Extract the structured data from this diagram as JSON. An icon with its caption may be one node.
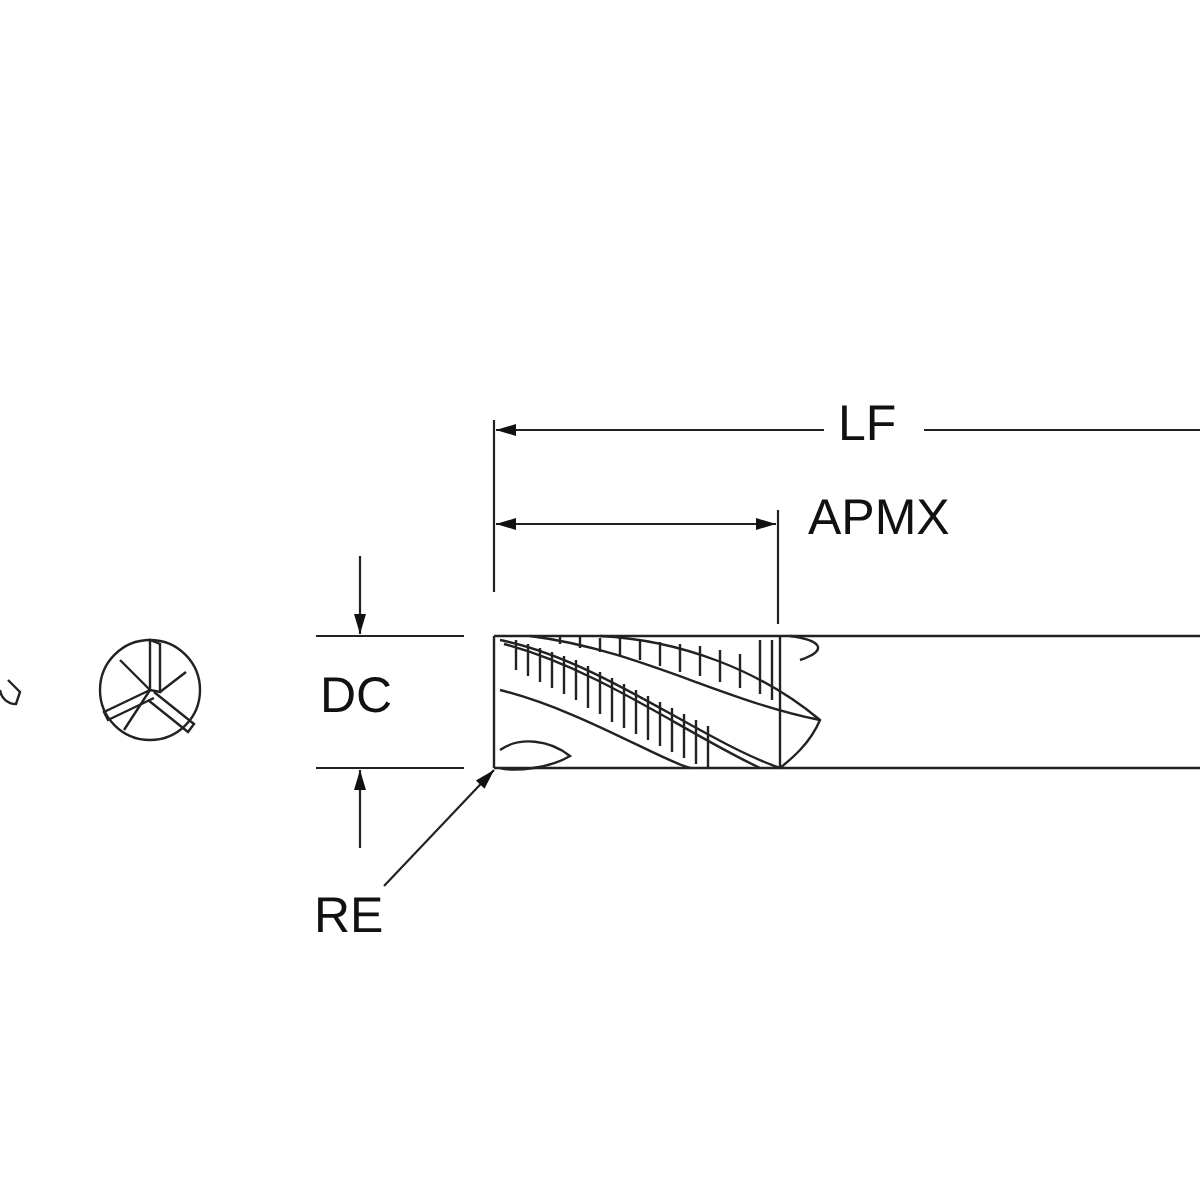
{
  "diagram": {
    "nodes": [
      {
        "text": [
          "RE"
        ]
      },
      {
        "text": [],
        "shape": "picture"
      }
    ],
    "edges": [
      {
        "from": 0,
        "to": 1,
        "arrow": "to"
      }
    ],
    "labels": [
      "LF",
      "APMX",
      "DC"
    ]
  }
}
